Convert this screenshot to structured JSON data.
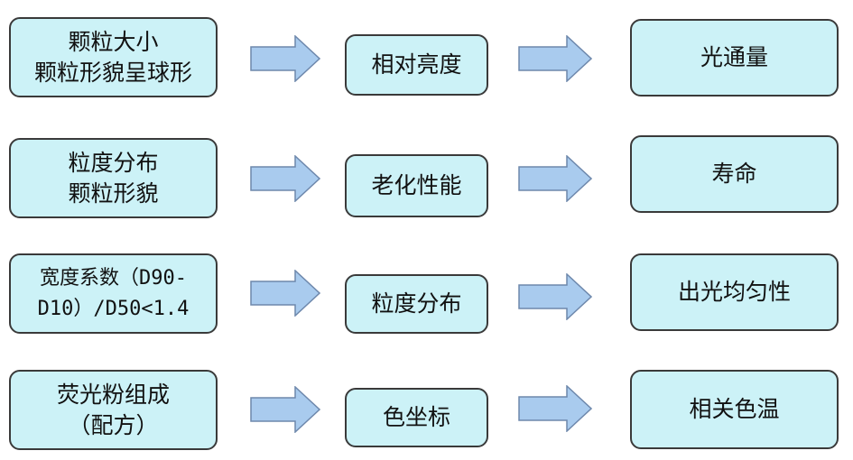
{
  "colors": {
    "box_fill": "#ccf2f7",
    "box_border": "#3a3a3a",
    "arrow_fill": "#a9cbee",
    "arrow_stroke": "#6e88ac"
  },
  "rows": [
    {
      "cause": {
        "lines": [
          "颗粒大小",
          "颗粒形貌呈球形"
        ]
      },
      "middle": "相对亮度",
      "result": "光通量"
    },
    {
      "cause": {
        "lines": [
          "粒度分布",
          "颗粒形貌"
        ]
      },
      "middle": "老化性能",
      "result": "寿命"
    },
    {
      "cause": {
        "lines": [
          "宽度系数（D90-",
          "D10）/D50<1.4"
        ]
      },
      "middle": "粒度分布",
      "result": "出光均匀性"
    },
    {
      "cause": {
        "lines": [
          "荧光粉组成",
          "（配方）"
        ]
      },
      "middle": "色坐标",
      "result": "相关色温"
    }
  ]
}
